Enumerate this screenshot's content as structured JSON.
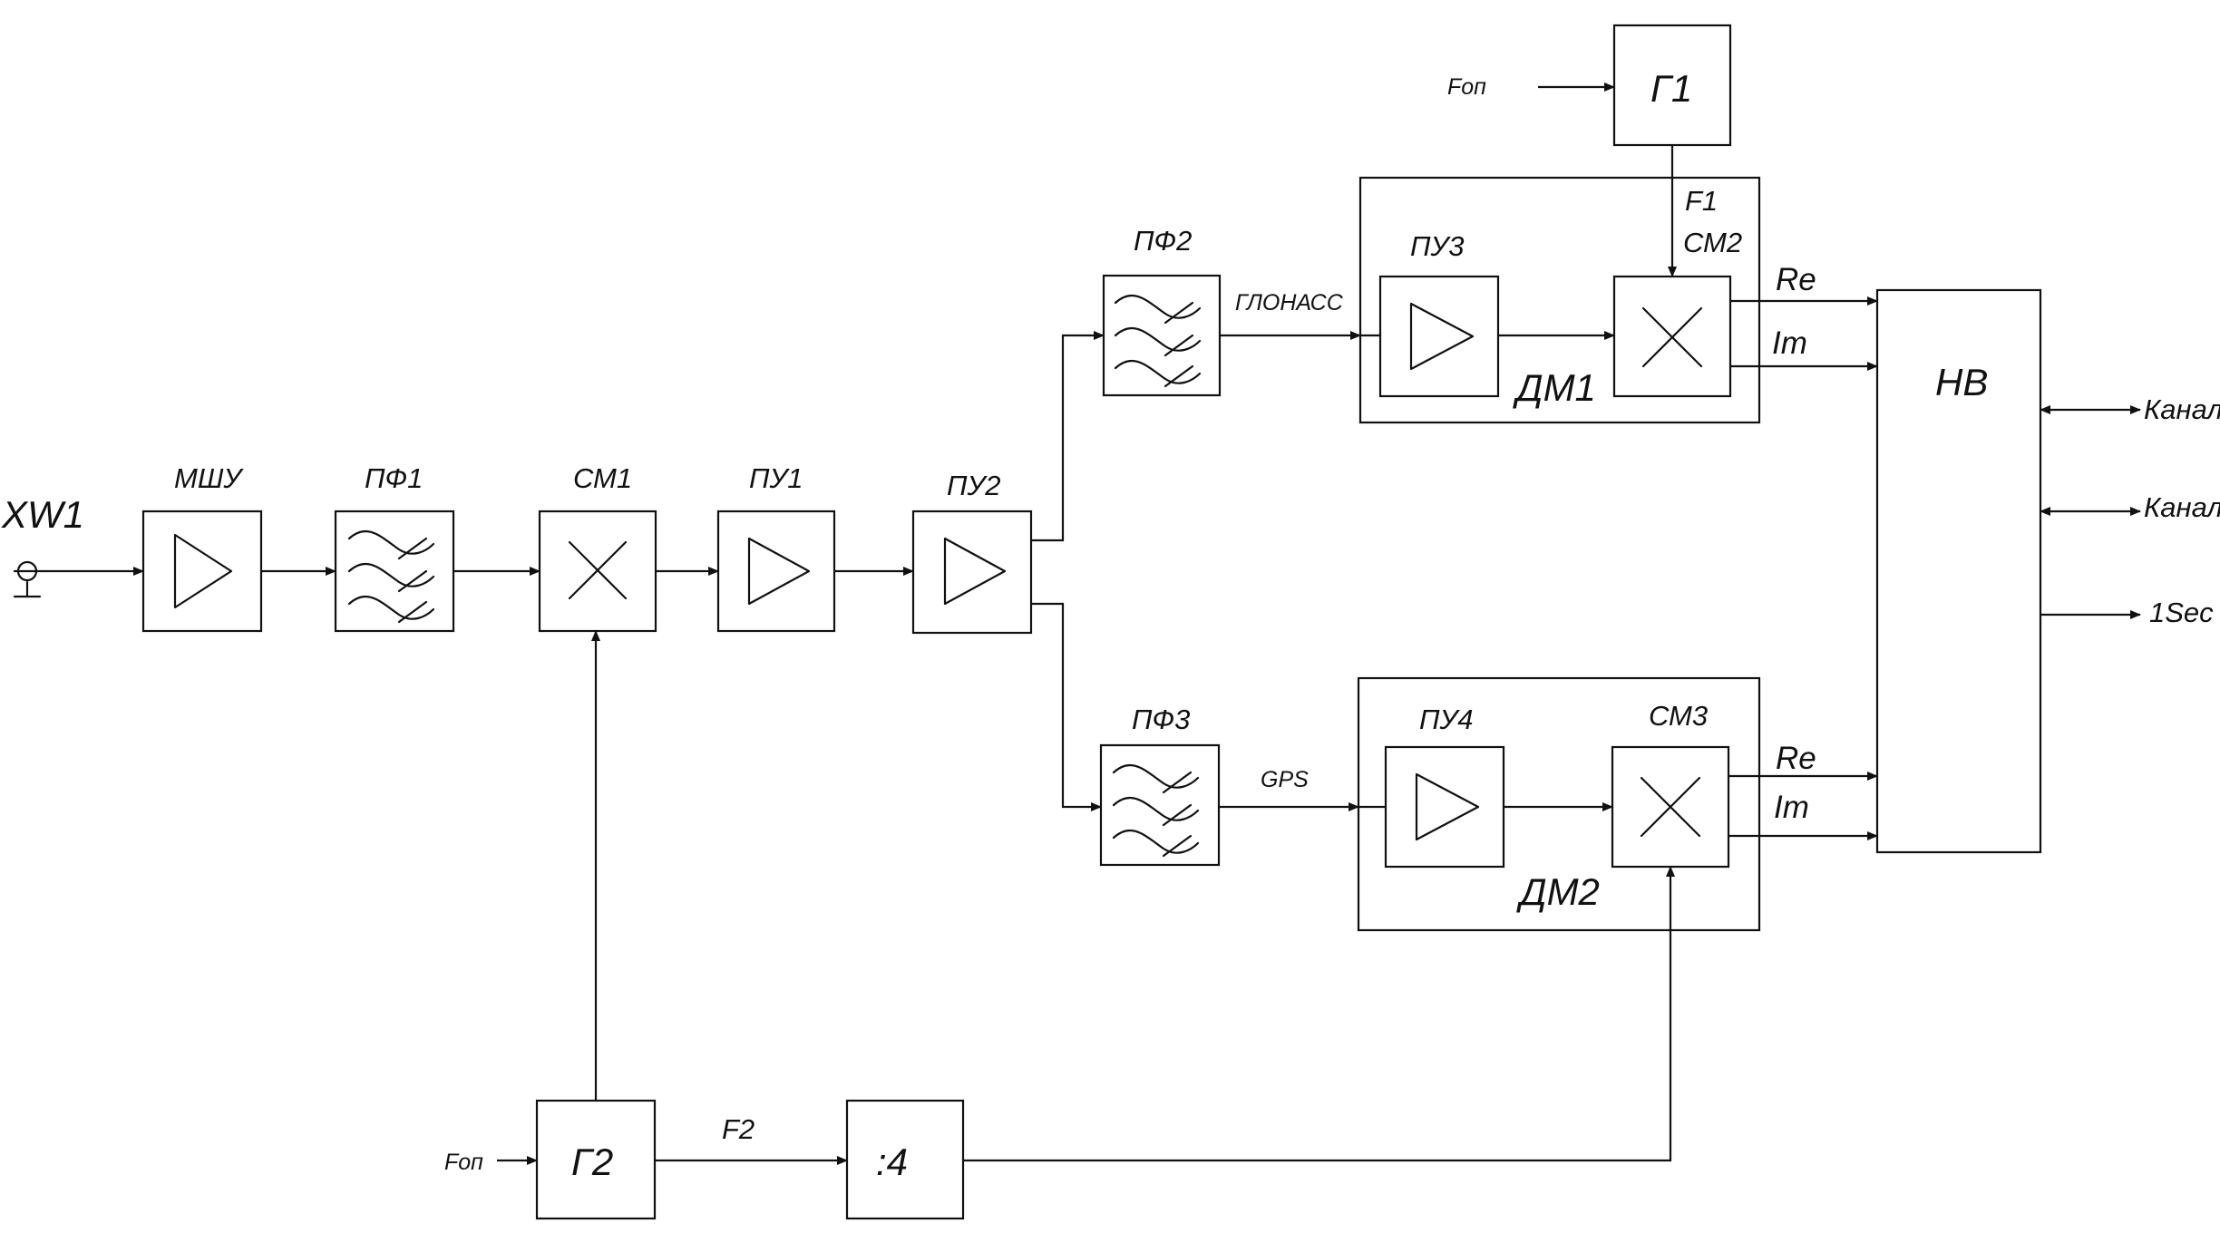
{
  "diagram": {
    "inputs": {
      "antenna": "XW1",
      "fop_top": "Fоп",
      "fop_bottom": "Fоп"
    },
    "blocks": {
      "lna": "МШУ",
      "bpf1": "ПФ1",
      "mixer1": "СМ1",
      "amp1": "ПУ1",
      "amp2": "ПУ2",
      "bpf2": "ПФ2",
      "bpf3": "ПФ3",
      "amp3": "ПУ3",
      "amp4": "ПУ4",
      "mixer2": "СМ2",
      "mixer3": "СМ3",
      "gen1": "Г1",
      "gen2": "Г2",
      "divider": ":4",
      "nv": "НВ",
      "demod1": "ДМ1",
      "demod2": "ДМ2"
    },
    "signals": {
      "glonass": "ГЛОНАСС",
      "gps": "GPS",
      "f1": "F1",
      "f2": "F2",
      "re_top": "Re",
      "im_top": "Im",
      "re_bottom": "Re",
      "im_bottom": "Im"
    },
    "outputs": {
      "out1": "Канал",
      "out2": "Канал",
      "out3": "1Sec"
    }
  }
}
